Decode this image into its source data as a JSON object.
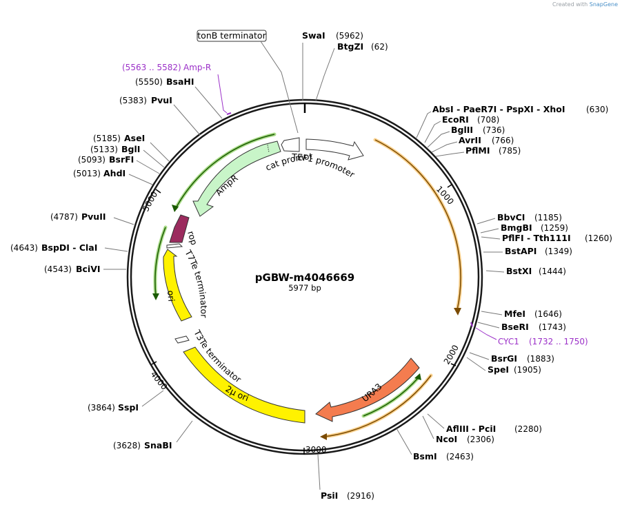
{
  "credit": {
    "prefix": "Created with",
    "brand": "SnapGene"
  },
  "plasmid": {
    "name": "pGBW-m4046669",
    "length_label": "5977 bp"
  },
  "colors": {
    "backbone": "#1a1a1a",
    "orange_arc": "#f5b342",
    "green_arc": "#72c43a",
    "ampR": "#c8f5c8",
    "rop": "#9b2b5e",
    "ori": "#fff200",
    "ura3": "#f47c4f",
    "promoter": "#ffffff",
    "primer": "#9b30c8"
  },
  "enzymes": [
    {
      "name": "SwaI",
      "pos": "(5962)"
    },
    {
      "name": "BtgZI",
      "pos": "(62)"
    },
    {
      "name": "AbsI - PaeR7I - PspXI - XhoI",
      "pos": "(630)"
    },
    {
      "name": "EcoRI",
      "pos": "(708)"
    },
    {
      "name": "BglII",
      "pos": "(736)"
    },
    {
      "name": "AvrII",
      "pos": "(766)"
    },
    {
      "name": "PflMI",
      "pos": "(785)"
    },
    {
      "name": "BbvCI",
      "pos": "(1185)"
    },
    {
      "name": "BmgBI",
      "pos": "(1259)"
    },
    {
      "name": "PflFI - Tth111I",
      "pos": "(1260)"
    },
    {
      "name": "BstAPI",
      "pos": "(1349)"
    },
    {
      "name": "BstXI",
      "pos": "(1444)"
    },
    {
      "name": "MfeI",
      "pos": "(1646)"
    },
    {
      "name": "BseRI",
      "pos": "(1743)"
    },
    {
      "name": "BsrGI",
      "pos": "(1883)"
    },
    {
      "name": "SpeI",
      "pos": "(1905)"
    },
    {
      "name": "AflIII - PciI",
      "pos": "(2280)"
    },
    {
      "name": "NcoI",
      "pos": "(2306)"
    },
    {
      "name": "BsmI",
      "pos": "(2463)"
    },
    {
      "name": "PsiI",
      "pos": "(2916)"
    },
    {
      "name": "SnaBI",
      "pos": "(3628)"
    },
    {
      "name": "SspI",
      "pos": "(3864)"
    },
    {
      "name": "BciVI",
      "pos": "(4543)"
    },
    {
      "name": "BspDI - ClaI",
      "pos": "(4643)"
    },
    {
      "name": "PvuII",
      "pos": "(4787)"
    },
    {
      "name": "AhdI",
      "pos": "(5013)"
    },
    {
      "name": "BsrFI",
      "pos": "(5093)"
    },
    {
      "name": "BglI",
      "pos": "(5133)"
    },
    {
      "name": "AseI",
      "pos": "(5185)"
    },
    {
      "name": "PvuI",
      "pos": "(5383)"
    },
    {
      "name": "BsaHI",
      "pos": "(5550)"
    }
  ],
  "primers": [
    {
      "name": "Amp-R",
      "range": "(5563 .. 5582)"
    },
    {
      "name": "CYC1",
      "range": "(1732 .. 1750)"
    }
  ],
  "features": {
    "tonB": "tonB terminator",
    "cat_promoter": "cat promoter",
    "tef1": "TEF1 promoter",
    "ampR": "AmpR",
    "rop": "rop",
    "t7te": "T7Te terminator",
    "ori": "ori",
    "t3te": "T3Te terminator",
    "two_micron": "2μ ori",
    "ura3": "URA3"
  },
  "ticks": [
    "1000",
    "2000",
    "3000",
    "4000",
    "5000"
  ]
}
